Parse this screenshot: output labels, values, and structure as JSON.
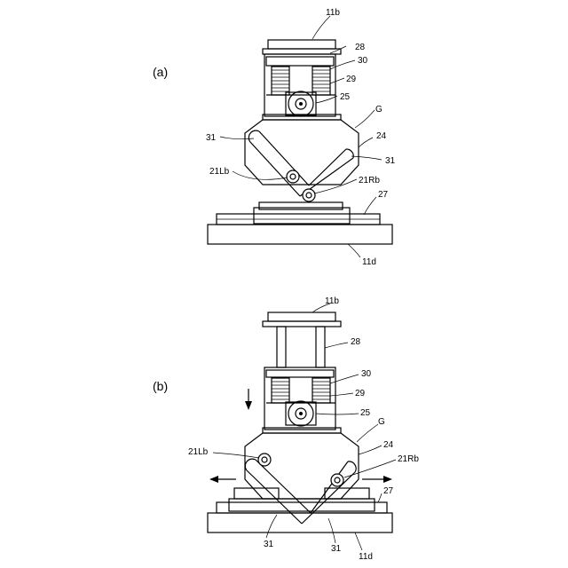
{
  "panels": {
    "a": {
      "label": "(a)",
      "callouts": {
        "top_plate": "11b",
        "bracket": "28",
        "spring_unit": "30",
        "spring": "29",
        "roller": "25",
        "assembly": "G",
        "body": "24",
        "slot_left": "31",
        "slot_right": "31",
        "pin_left": "21Lb",
        "pin_right": "21Rb",
        "rail": "27",
        "base": "11d"
      }
    },
    "b": {
      "label": "(b)",
      "callouts": {
        "top_plate": "11b",
        "bracket": "28",
        "spring_unit": "30",
        "spring": "29",
        "roller": "25",
        "assembly": "G",
        "body": "24",
        "pin_left": "21Lb",
        "pin_right": "21Rb",
        "rail": "27",
        "slot_left": "31",
        "slot_right": "31",
        "base": "11d"
      }
    }
  }
}
